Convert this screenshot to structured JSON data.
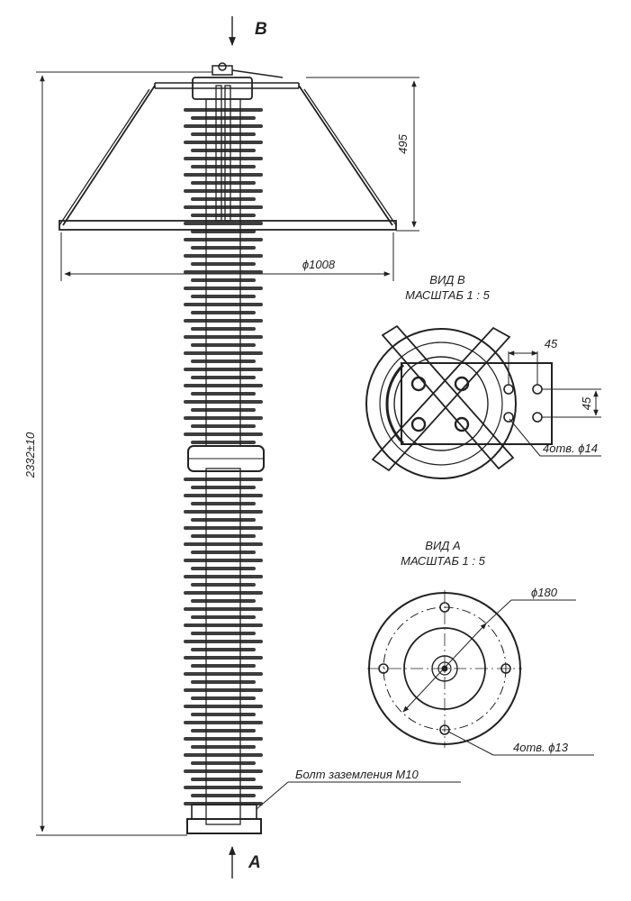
{
  "arrester": {
    "view_letter_top": "B",
    "view_letter_bottom": "A",
    "height_dim": "2332±10",
    "ring_height_dim": "495",
    "ring_diameter_dim": "ϕ1008",
    "ground_bolt_label": "Болт заземления М10"
  },
  "view_b": {
    "title": "ВИД В",
    "scale": "МАСШТАБ 1 : 5",
    "dim_h": "45",
    "dim_v": "45",
    "holes_label": "4отв. ϕ14"
  },
  "view_a": {
    "title": "ВИД А",
    "scale": "МАСШТАБ 1 : 5",
    "diameter_label": "ϕ180",
    "holes_label": "4отв. ϕ13"
  },
  "colors": {
    "line": "#222222",
    "shed": "#3d3d3d",
    "background": "#ffffff"
  }
}
